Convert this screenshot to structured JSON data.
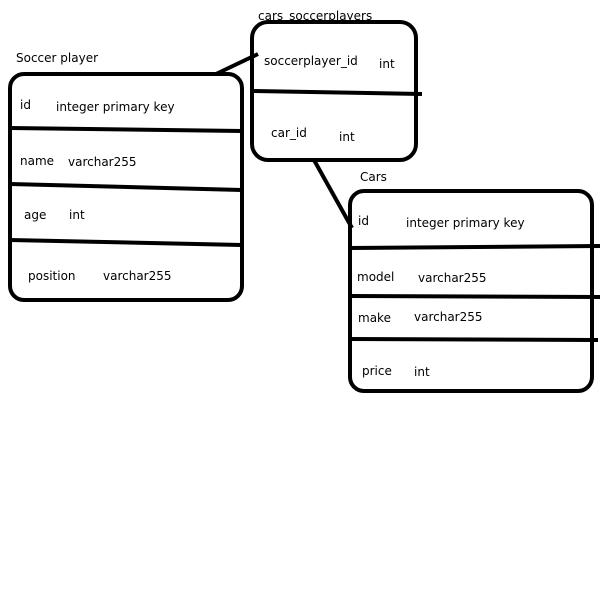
{
  "tables": {
    "soccer_player": {
      "title": "Soccer player",
      "rows": [
        {
          "name": "id",
          "type": "integer primary key"
        },
        {
          "name": "name",
          "type": "varchar255"
        },
        {
          "name": "age",
          "type": "int"
        },
        {
          "name": "position",
          "type": "varchar255"
        }
      ]
    },
    "cars_soccerplayers": {
      "title": "cars_soccerplayers",
      "rows": [
        {
          "name": "soccerplayer_id",
          "type": "int"
        },
        {
          "name": "car_id",
          "type": "int"
        }
      ]
    },
    "cars": {
      "title": "Cars",
      "rows": [
        {
          "name": "id",
          "type": "integer primary key"
        },
        {
          "name": "model",
          "type": "varchar255"
        },
        {
          "name": "make",
          "type": "varchar255"
        },
        {
          "name": "price",
          "type": "int"
        }
      ]
    }
  }
}
